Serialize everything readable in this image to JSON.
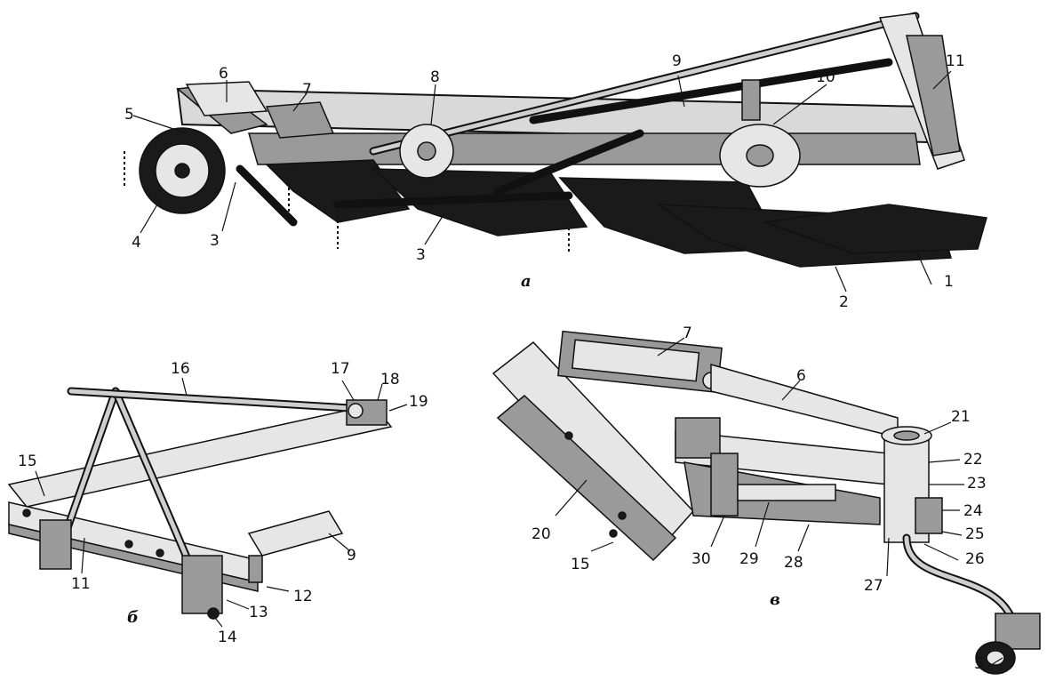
{
  "panels": {
    "a": {
      "caption": "a",
      "labels": {
        "n1": "1",
        "n2": "2",
        "n3a": "3",
        "n3b": "3",
        "n4": "4",
        "n5": "5",
        "n6": "6",
        "n7": "7",
        "n8": "8",
        "n9": "9",
        "n10": "10",
        "n11": "11"
      }
    },
    "b": {
      "caption": "б",
      "labels": {
        "n9": "9",
        "n11": "11",
        "n12": "12",
        "n13": "13",
        "n14": "14",
        "n15": "15",
        "n16": "16",
        "n17": "17",
        "n18": "18",
        "n19": "19"
      }
    },
    "c": {
      "caption": "в",
      "labels": {
        "n5": "5",
        "n6": "6",
        "n7": "7",
        "n15": "15",
        "n20": "20",
        "n21": "21",
        "n22": "22",
        "n23": "23",
        "n24": "24",
        "n25": "25",
        "n26": "26",
        "n27": "27",
        "n28": "28",
        "n29": "29",
        "n30": "30"
      }
    }
  }
}
